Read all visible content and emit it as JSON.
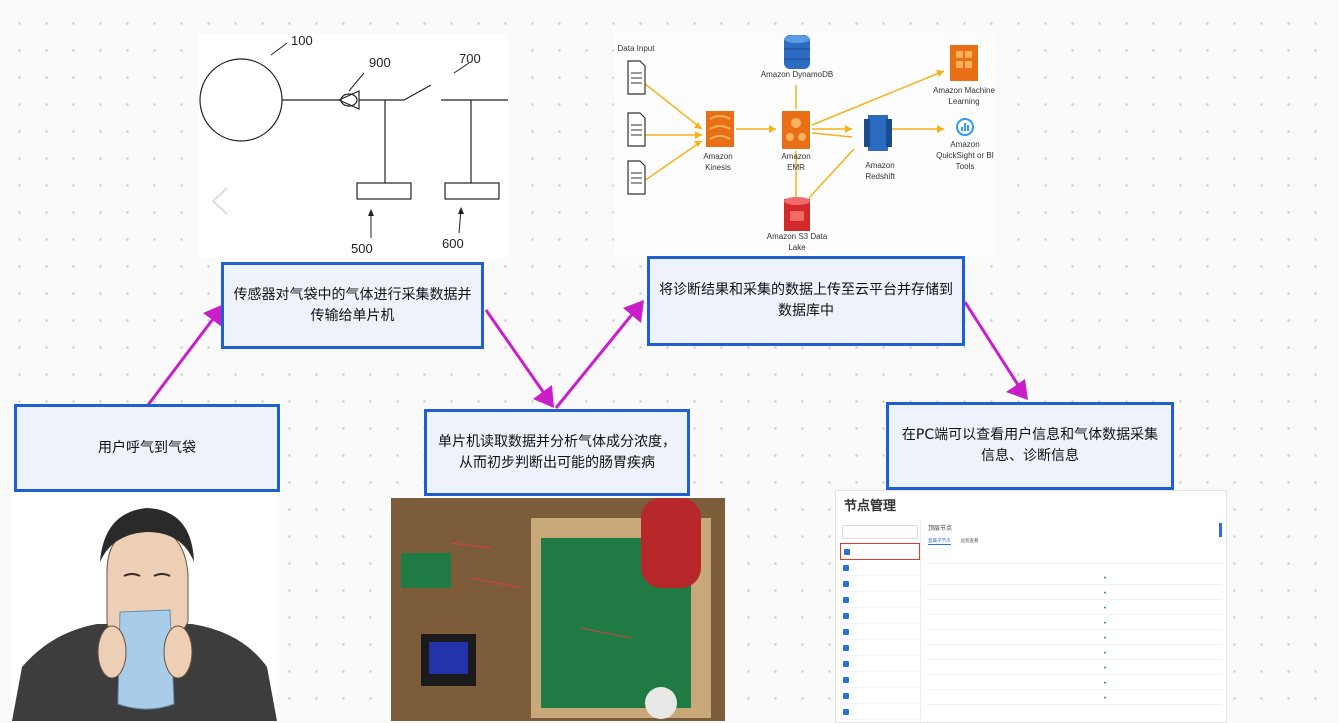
{
  "steps": {
    "s1": "用户呼气到气袋",
    "s2_line1": "传感器对气袋中的气体进行采集数据并",
    "s2_line2": "传输给单片机",
    "s3_line1": "单片机读取数据并分析气体成分浓度，",
    "s3_line2": "从而初步判断出可能的肠胃疾病",
    "s4_line1": "将诊断结果和采集的数据上传至云平台并存储到",
    "s4_line2": "数据库中",
    "s5_line1": "在PC端可以查看用户信息和气体数据采集",
    "s5_line2": "信息、诊断信息"
  },
  "patent_diagram": {
    "labels": [
      "100",
      "900",
      "700",
      "500",
      "600"
    ]
  },
  "aws_diagram": {
    "data_input": "Data Input",
    "dynamodb": "Amazon DynamoDB",
    "ml_line1": "Amazon Machine",
    "ml_line2": "Learning",
    "kinesis_line1": "Amazon",
    "kinesis_line2": "Kinesis",
    "emr_line1": "Amazon",
    "emr_line2": "EMR",
    "redshift_line1": "Amazon",
    "redshift_line2": "Redshift",
    "quicksight_line1": "Amazon",
    "quicksight_line2": "QuickSight or BI",
    "quicksight_line3": "Tools",
    "s3_line1": "Amazon S3 Data",
    "s3_line2": "Lake"
  },
  "node_mgmt": {
    "title": "节点管理",
    "main_title": "顶层节点",
    "tabs": [
      "直属子节点",
      "远程查看"
    ]
  },
  "colors": {
    "box_border": "#1f5fd1",
    "box_fill": "#eef2fb",
    "arrow": "#c81fc8",
    "aws_arrow": "#f5b21a"
  }
}
